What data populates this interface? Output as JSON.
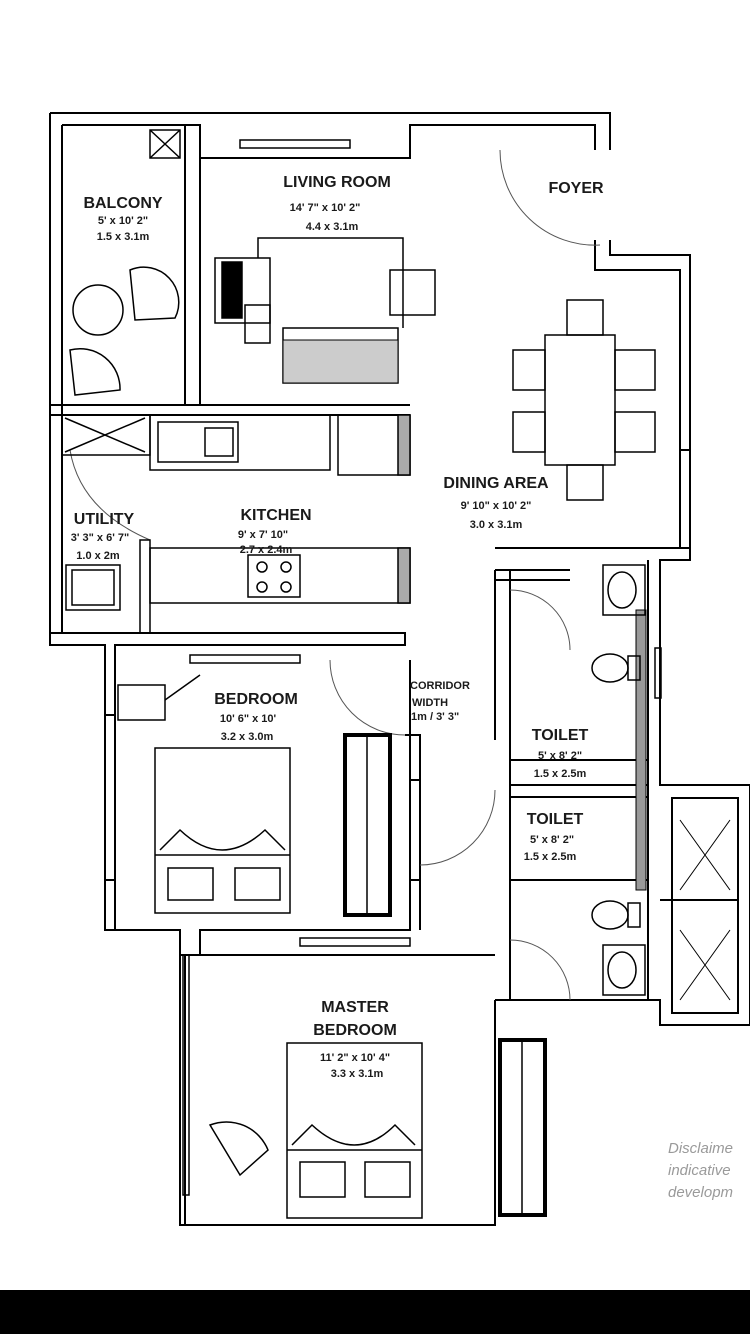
{
  "rooms": {
    "balcony": {
      "name": "BALCONY",
      "dim_ft": "5' x 10' 2\"",
      "dim_m": "1.5 x 3.1m"
    },
    "living_room": {
      "name": "LIVING ROOM",
      "dim_ft": "14' 7\" x 10' 2\"",
      "dim_m": "4.4 x 3.1m"
    },
    "foyer": {
      "name": "FOYER"
    },
    "dining_area": {
      "name": "DINING AREA",
      "dim_ft": "9' 10\" x 10' 2\"",
      "dim_m": "3.0 x 3.1m"
    },
    "utility": {
      "name": "UTILITY",
      "dim_ft": "3' 3\" x 6' 7\"",
      "dim_m": "1.0 x 2m"
    },
    "kitchen": {
      "name": "KITCHEN",
      "dim_ft": "9' x 7' 10\"",
      "dim_m": "2.7 x 2.4m"
    },
    "bedroom": {
      "name": "BEDROOM",
      "dim_ft": "10' 6\" x 10'",
      "dim_m": "3.2 x 3.0m"
    },
    "corridor": {
      "name_line1": "CORRIDOR",
      "name_line2": "WIDTH",
      "dim": "1m / 3' 3\""
    },
    "toilet_1": {
      "name": "TOILET",
      "dim_ft": "5' x 8' 2\"",
      "dim_m": "1.5 x 2.5m"
    },
    "toilet_2": {
      "name": "TOILET",
      "dim_ft": "5' x 8' 2\"",
      "dim_m": "1.5 x 2.5m"
    },
    "master_bedroom": {
      "name_line1": "MASTER",
      "name_line2": "BEDROOM",
      "dim_ft": "11' 2\" x 10' 4\"",
      "dim_m": "3.3 x 3.1m"
    }
  },
  "disclaimer": [
    "Disclaime",
    "indicative",
    "developm"
  ]
}
